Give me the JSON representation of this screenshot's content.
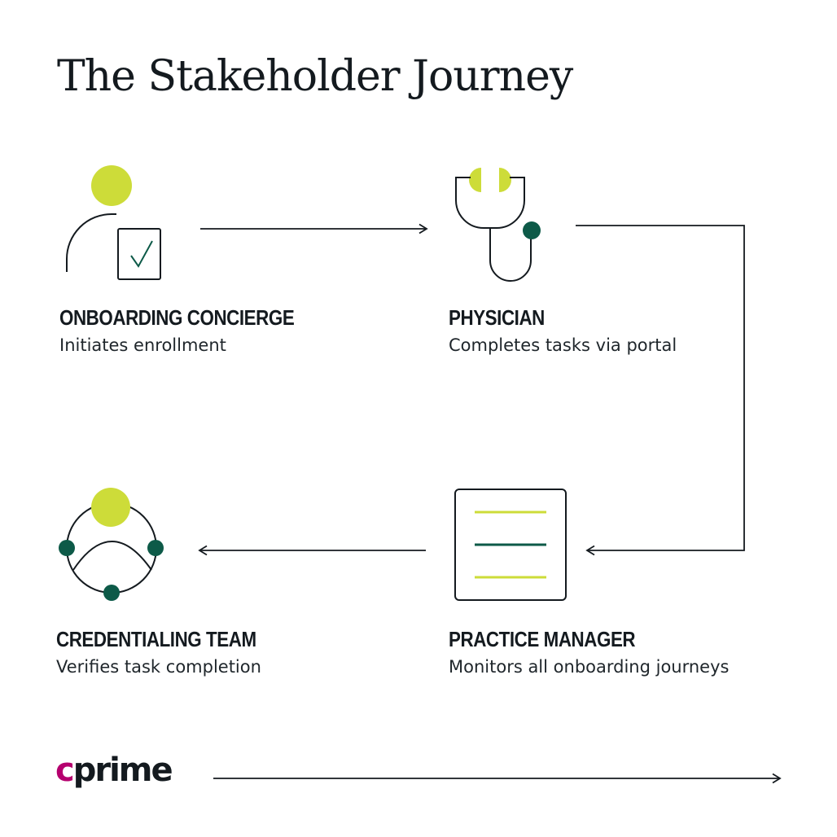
{
  "title": "The Stakeholder Journey",
  "colors": {
    "lime": "#cddc39",
    "teal": "#0d5a48",
    "ink": "#141a1f",
    "brand_magenta": "#b5006e"
  },
  "stakeholders": [
    {
      "role": "ONBOARDING CONCIERGE",
      "description": "Initiates enrollment",
      "icon": "person-with-clipboard-icon"
    },
    {
      "role": "PHYSICIAN",
      "description": "Completes tasks via portal",
      "icon": "stethoscope-icon"
    },
    {
      "role": "PRACTICE MANAGER",
      "description": "Monitors all onboarding journeys",
      "icon": "document-list-icon"
    },
    {
      "role": "CREDENTIALING TEAM",
      "description": "Verifies task completion",
      "icon": "team-network-icon"
    }
  ],
  "footer": {
    "logo_prefix": "c",
    "logo_rest": "prime"
  }
}
